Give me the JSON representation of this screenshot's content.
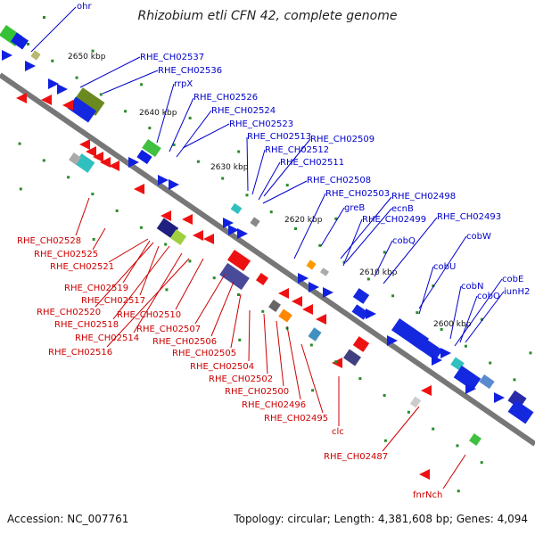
{
  "title": "Rhizobium etli CFN 42, complete genome",
  "footer": {
    "accession": "Accession: NC_007761",
    "summary": "Topology: circular; Length: 4,381,608 bp; Genes: 4,094"
  },
  "colors": {
    "backbone": "#777777",
    "forward_label": "#0000cc",
    "reverse_label": "#cc0000",
    "forward_feature": "#0a14d8",
    "reverse_feature": "#ee1111",
    "rna_dot": "#2a8a2a"
  },
  "kbp_marks": [
    "2650 kbp",
    "2640 kbp",
    "2630 kbp",
    "2620 kbp",
    "2610 kbp",
    "2600 kbp"
  ],
  "forward_labels": [
    "ohr",
    "RHE_CH02537",
    "RHE_CH02536",
    "rrpX",
    "RHE_CH02526",
    "RHE_CH02524",
    "RHE_CH02523",
    "RHE_CH02513",
    "RHE_CH02509",
    "RHE_CH02512",
    "RHE_CH02511",
    "RHE_CH02508",
    "RHE_CH02503",
    "RHE_CH02498",
    "greB",
    "ecnB",
    "RHE_CH02499",
    "RHE_CH02493",
    "cobQ",
    "cobW",
    "cobU",
    "cobN",
    "cobE",
    "cobO",
    "iunH2"
  ],
  "reverse_labels": [
    "RHE_CH02528",
    "RHE_CH02525",
    "RHE_CH02521",
    "RHE_CH02519",
    "RHE_CH02517",
    "RHE_CH02520",
    "RHE_CH02510",
    "RHE_CH02518",
    "RHE_CH02507",
    "RHE_CH02514",
    "RHE_CH02506",
    "RHE_CH02516",
    "RHE_CH02505",
    "RHE_CH02504",
    "RHE_CH02502",
    "RHE_CH02500",
    "RHE_CH02496",
    "RHE_CH02495",
    "clc",
    "RHE_CH02487",
    "fnrNch"
  ]
}
